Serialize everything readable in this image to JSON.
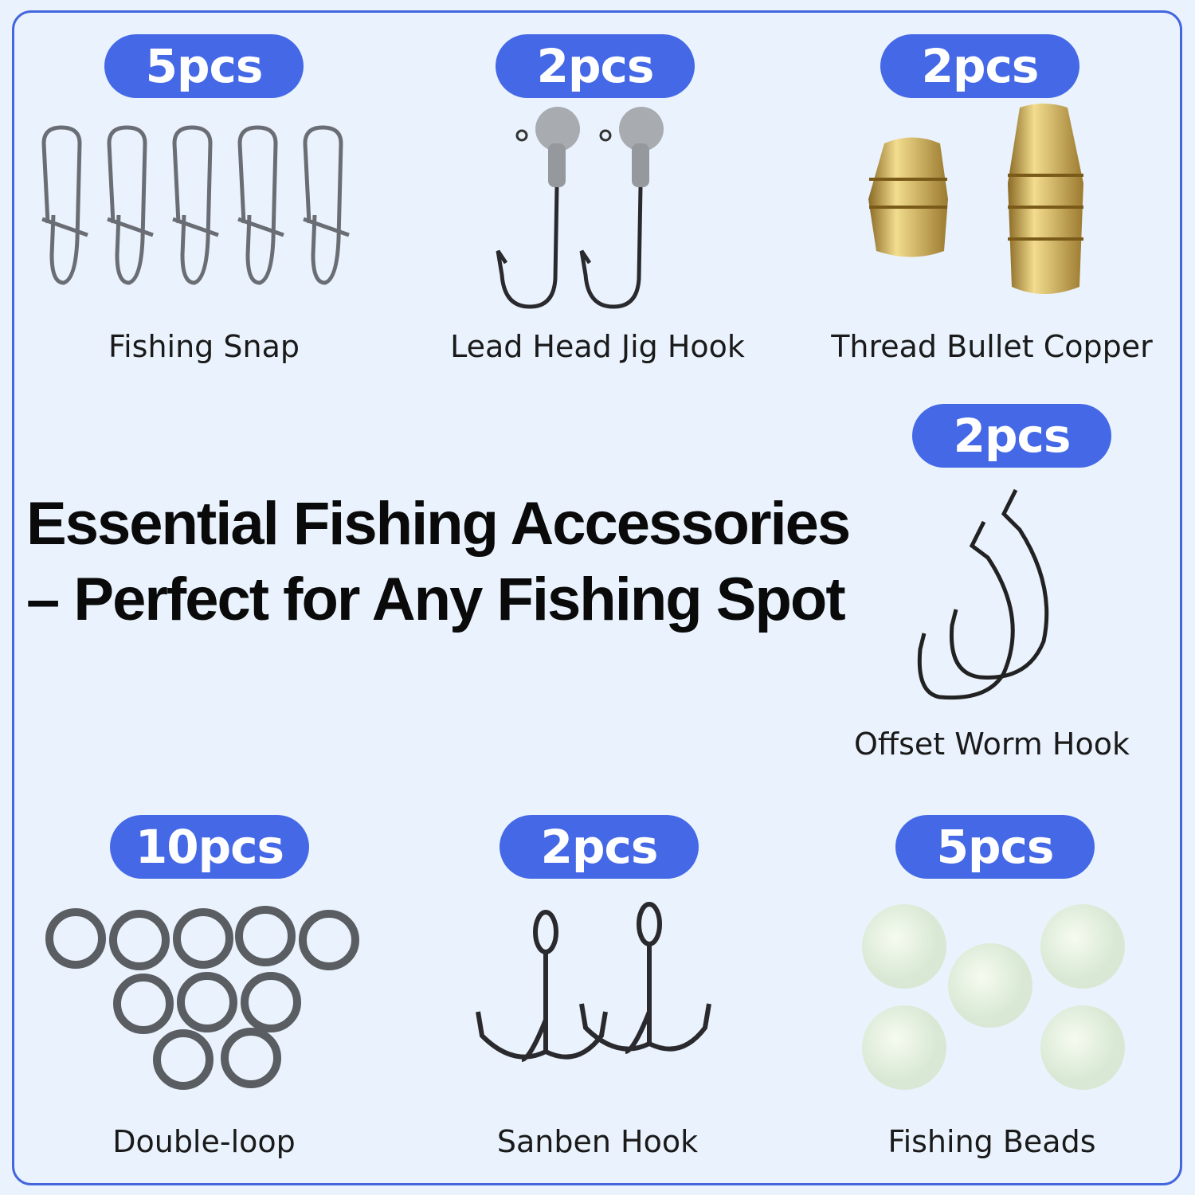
{
  "title": {
    "line1": "Essential Fishing Accessories",
    "line2": "– Perfect for Any Fishing Spot"
  },
  "items": [
    {
      "count": "5pcs",
      "name": "Fishing Snap"
    },
    {
      "count": "2pcs",
      "name": "Lead Head Jig Hook"
    },
    {
      "count": "2pcs",
      "name": "Thread Bullet Copper"
    },
    {
      "count": "2pcs",
      "name": "Offset Worm Hook"
    },
    {
      "count": "10pcs",
      "name": "Double-loop"
    },
    {
      "count": "2pcs",
      "name": "Sanben Hook"
    },
    {
      "count": "5pcs",
      "name": "Fishing Beads"
    }
  ],
  "colors": {
    "accent": "#4468e6",
    "background": "#eaf3fd",
    "border": "#4466dd"
  }
}
